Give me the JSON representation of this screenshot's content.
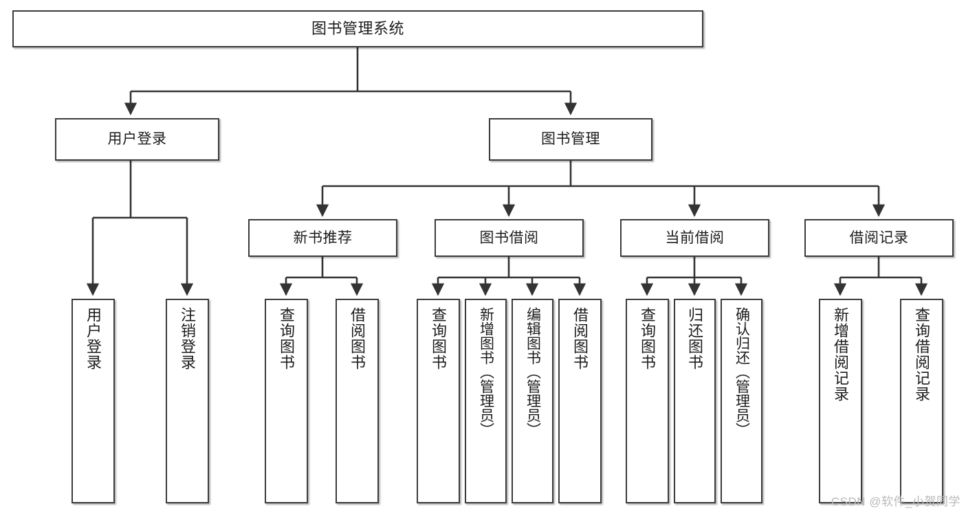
{
  "diagram": {
    "type": "tree",
    "title": "图书管理系统",
    "orientation": "top-down",
    "colors": {
      "node_border": "#3b3b3b",
      "node_fill": "#ffffff",
      "connector": "#333333",
      "text": "#1c1c1c",
      "watermark": "#b9b9b9",
      "background": "#ffffff"
    },
    "root": {
      "label": "图书管理系统"
    },
    "level1": [
      {
        "label": "用户登录"
      },
      {
        "label": "图书管理"
      }
    ],
    "level2": [
      {
        "label": "新书推荐"
      },
      {
        "label": "图书借阅"
      },
      {
        "label": "当前借阅"
      },
      {
        "label": "借阅记录"
      }
    ],
    "leaves": {
      "user_login": [
        {
          "label": "用户登录"
        },
        {
          "label": "注销登录"
        }
      ],
      "new_book_recommend": [
        {
          "label": "查询图书"
        },
        {
          "label": "借阅图书"
        }
      ],
      "book_borrow": [
        {
          "label": "查询图书"
        },
        {
          "label": "新增图书（管理员）"
        },
        {
          "label": "编辑图书（管理员）"
        },
        {
          "label": "借阅图书"
        }
      ],
      "current_borrow": [
        {
          "label": "查询图书"
        },
        {
          "label": "归还图书"
        },
        {
          "label": "确认归还（管理员）"
        }
      ],
      "borrow_record": [
        {
          "label": "新增借阅记录"
        },
        {
          "label": "查询借阅记录"
        }
      ]
    }
  },
  "watermark": {
    "text": "CSDN @软件_小贺同学"
  }
}
